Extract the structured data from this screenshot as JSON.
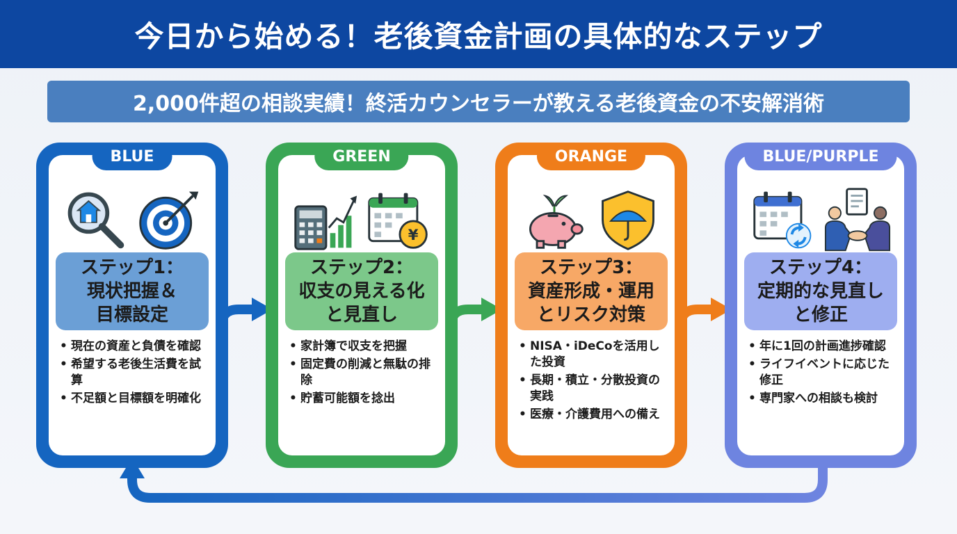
{
  "header": {
    "title": "今日から始める！老後資金計画の具体的なステップ"
  },
  "subtitle": "2,000件超の相談実績！終活カウンセラーが教える老後資金の不安解消術",
  "colors": {
    "header_bg": "#0d47a1",
    "blue": "#1565c0",
    "green": "#3aa655",
    "orange": "#ef7d1a",
    "blue_purple": "#6e84e0"
  },
  "steps": [
    {
      "tag": "BLUE",
      "title_lines": [
        "ステップ1：",
        "現状把握＆",
        "目標設定"
      ],
      "icons": [
        "magnifier-house-icon",
        "target-icon"
      ],
      "bullets": [
        "現在の資産と負債を確認",
        "希望する老後生活費を試算",
        "不足額と目標額を明確化"
      ]
    },
    {
      "tag": "GREEN",
      "title_lines": [
        "ステップ2：",
        "収支の見える化",
        "と見直し"
      ],
      "icons": [
        "calculator-chart-icon",
        "calendar-yen-icon"
      ],
      "bullets": [
        "家計簿で収支を把握",
        "固定費の削減と無駄の排除",
        "貯蓄可能額を捻出"
      ]
    },
    {
      "tag": "ORANGE",
      "title_lines": [
        "ステップ3：",
        "資産形成・運用",
        "とリスク対策"
      ],
      "icons": [
        "piggy-bank-icon",
        "shield-umbrella-icon"
      ],
      "bullets": [
        "NISA・iDeCoを活用した投資",
        "長期・積立・分散投資の実践",
        "医療・介護費用への備え"
      ]
    },
    {
      "tag": "BLUE/PURPLE",
      "title_lines": [
        "ステップ4：",
        "定期的な見直し",
        "と修正"
      ],
      "icons": [
        "calendar-refresh-icon",
        "handshake-document-icon"
      ],
      "bullets": [
        "年に1回の計画進捗確認",
        "ライフイベントに応じた修正",
        "専門家への相談も検討"
      ]
    }
  ]
}
